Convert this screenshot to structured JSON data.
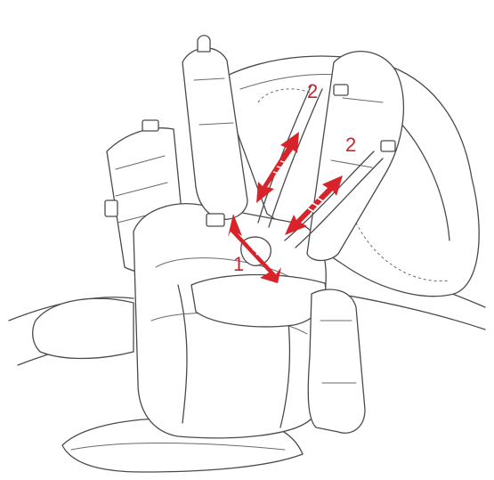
{
  "figure": {
    "callouts": [
      {
        "id": "adjust-1",
        "text": "1"
      },
      {
        "id": "adjust-2a",
        "text": "2"
      },
      {
        "id": "adjust-2b",
        "text": "2"
      }
    ],
    "colors": {
      "outline": "#4a4a4a",
      "arrow": "#d8232a",
      "label": "#c4262e",
      "background": "#ffffff"
    }
  }
}
